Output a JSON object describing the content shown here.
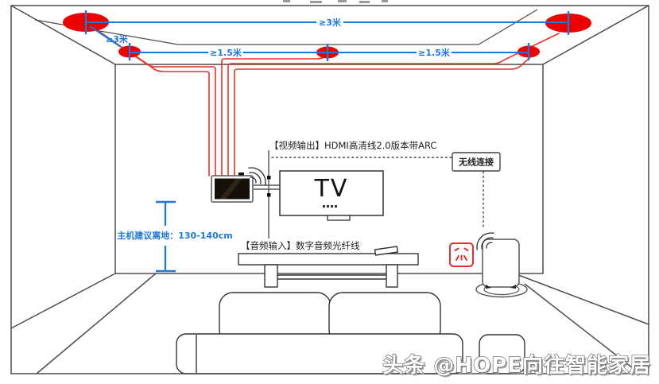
{
  "diagram": {
    "dimension_labels": {
      "ceiling_front_span": "≥3米",
      "ceiling_left_depth": "≥3米",
      "ceiling_back_left_span": "≥1.5米",
      "ceiling_back_right_span": "≥1.5米",
      "host_mount_height": "主机建议离地：130-140cm"
    },
    "annotations": {
      "video_output": "【视频输出】HDMI高清线2.0版本带ARC",
      "audio_input": "【音频输入】数字音频光纤线",
      "wireless_link": "无线连接"
    },
    "devices": {
      "tv_label": "TV"
    },
    "colors": {
      "dimension_blue": "#1e78d7",
      "speaker_red": "#ee0000",
      "wire_red": "#e8322a",
      "outlet_red": "#e03030",
      "wall_gray": "#4d4d4d"
    },
    "icons": {
      "host_wireless": "wifi-waves-icon",
      "speaker_wireless": "wifi-waves-icon",
      "ceiling_speakers": "speaker-ellipse-icon",
      "power_outlet": "cn-5hole-outlet-icon"
    }
  },
  "watermark": {
    "text": "头条 @HOPE向往智能家居"
  }
}
